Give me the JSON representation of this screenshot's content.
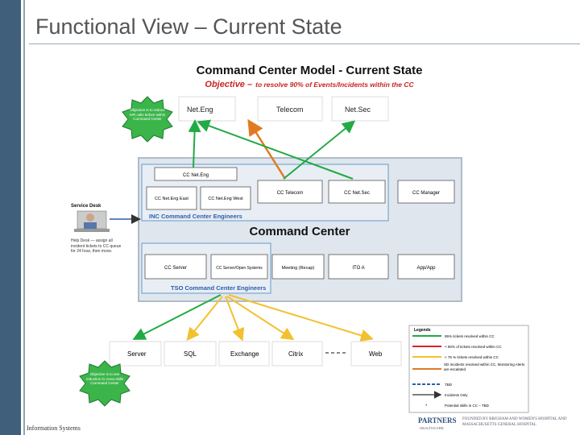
{
  "slide": {
    "title": "Functional View – Current State",
    "footer": "Information Systems"
  },
  "diagram": {
    "heading": "Command Center Model - Current State",
    "objective_prefix": "Objective –",
    "objective_text": "to resolve 90% of Events/Incidents within the CC",
    "top_boxes": [
      "Net.Eng",
      "Telecom",
      "Net.Sec"
    ],
    "inc_boxes": [
      "CC Net.Eng",
      "CC Net.Eng East",
      "CC Net.Eng West",
      "CC Telecom",
      "CC Net.Sec",
      "CC Manager"
    ],
    "inc_label": "INC Command Center Engineers",
    "command_center_label": "Command Center",
    "tso_boxes": [
      "CC Server",
      "CC Server/Open Systems",
      "Meeting (Recap)",
      "ITO A",
      "App/App"
    ],
    "tso_label": "TSO Command Center Engineers",
    "service_desk_label": "Service Desk",
    "service_desk_note": "Help Desk — assign all incident tickets to CC queue for 24 hour, then move.",
    "star_top_text": "Objective is to reduce IVR calls before within Command Center",
    "star_bottom_text": "Objective is to see reduction in cross-skills Command Center",
    "bottom_boxes": [
      "Server",
      "SQL",
      "Exchange",
      "Citrix",
      "Web"
    ],
    "legend_title": "Legends",
    "legend_items": [
      {
        "label": "95% tickets resolved within CC",
        "color": "#22aa44",
        "style": "solid"
      },
      {
        "label": "< 90% of tickets resolved within CC",
        "color": "#dd2222",
        "style": "solid"
      },
      {
        "label": "< 75 % tickets resolved within CC",
        "color": "#f2c12e",
        "style": "solid"
      },
      {
        "label": "SD Incidents resolved within CC, Monitoring Alerts are escalated",
        "color": "#e07b22",
        "style": "solid"
      },
      {
        "label": "TBD",
        "color": "#2b5fa8",
        "style": "dashed"
      },
      {
        "label": "Incidents Only",
        "color": "#333333",
        "style": "arrow"
      },
      {
        "label": "Potential skills in CC – TBD",
        "color": "#333333",
        "style": "star"
      }
    ],
    "logo_text": "PARTNERS",
    "logo_sub": "HEALTHCARE",
    "logo_hospitals": "FOUNDED BY BRIGHAM AND WOMEN'S HOSPITAL AND MASSACHUSETTS GENERAL HOSPITAL"
  },
  "colors": {
    "green": "#22aa44",
    "orange": "#e07b22",
    "yellow": "#f2c12e",
    "blue_text": "#2b5fa8",
    "red_text": "#cc2222",
    "command_center_bg": "#dfe6ee",
    "star_green": "#3bb54a"
  }
}
